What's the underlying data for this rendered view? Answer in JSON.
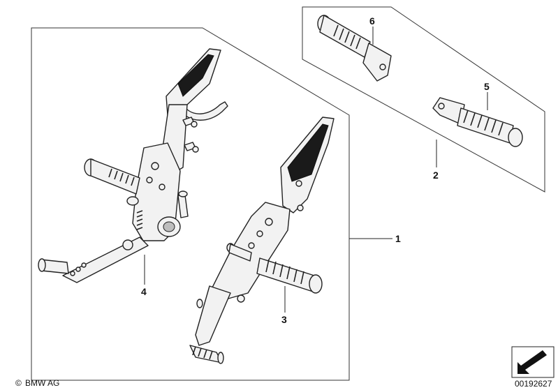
{
  "callouts": [
    {
      "id": "1",
      "label": "1"
    },
    {
      "id": "2",
      "label": "2"
    },
    {
      "id": "3",
      "label": "3"
    },
    {
      "id": "4",
      "label": "4"
    },
    {
      "id": "5",
      "label": "5"
    },
    {
      "id": "6",
      "label": "6"
    }
  ],
  "footer": {
    "brand": "BMW AG",
    "copyright_symbol": "©",
    "diagram_number": "00192627"
  }
}
